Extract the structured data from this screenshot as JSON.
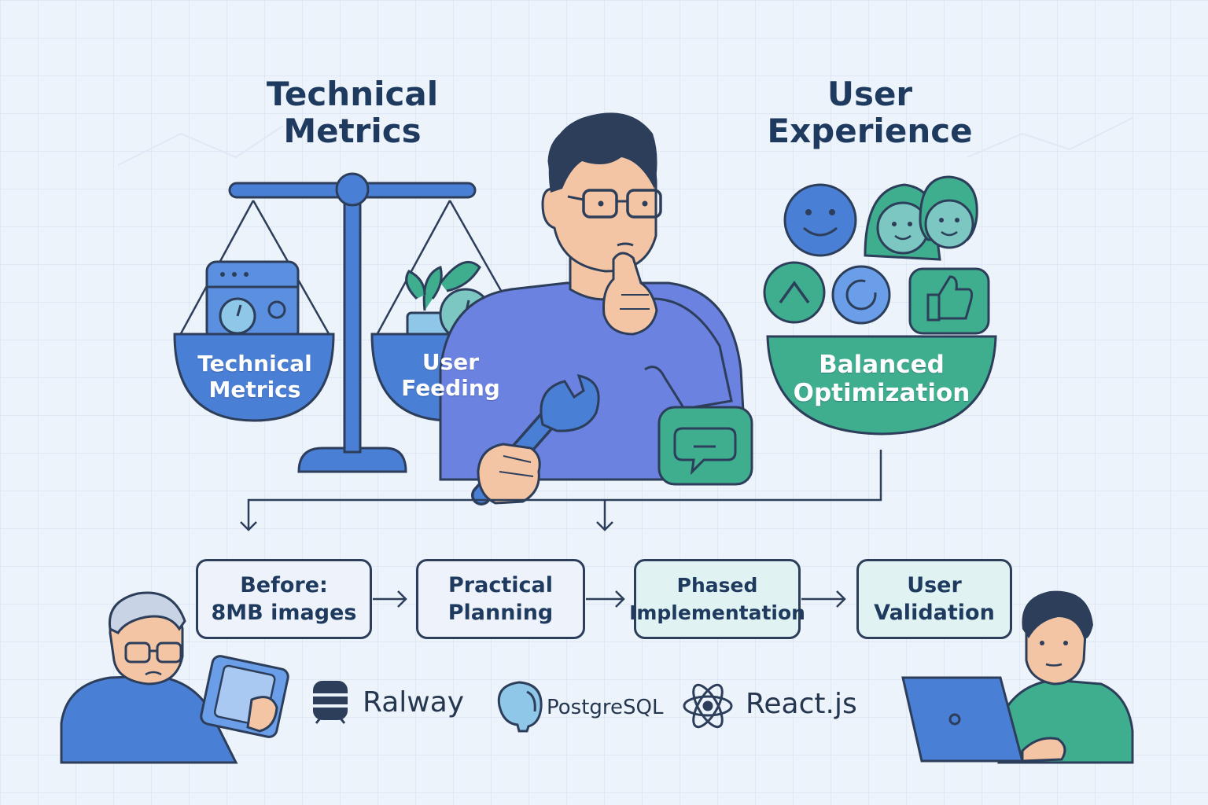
{
  "headings": {
    "left": [
      "Technical",
      "Metrics"
    ],
    "right": [
      "User",
      "Experience"
    ]
  },
  "scale": {
    "left_pan": [
      "Technical",
      "Metrics"
    ],
    "right_pan": [
      "User",
      "Feeding"
    ]
  },
  "bowl": [
    "Balanced",
    "Optimization"
  ],
  "steps": [
    {
      "lines": [
        "Before:",
        "8MB images"
      ]
    },
    {
      "lines": [
        "Practical",
        "Planning"
      ]
    },
    {
      "lines": [
        "Phased",
        "Implementation"
      ]
    },
    {
      "lines": [
        "User",
        "Validation"
      ]
    }
  ],
  "tech_stack": [
    "Ralway",
    "PostgreSQL",
    "React.js"
  ],
  "colors": {
    "navy": "#1f3a5f",
    "blue": "#4a7fd6",
    "purple_blue": "#6b82e0",
    "teal": "#3fae8f",
    "outline": "#2c3e5a",
    "background": "#edf3fb"
  }
}
